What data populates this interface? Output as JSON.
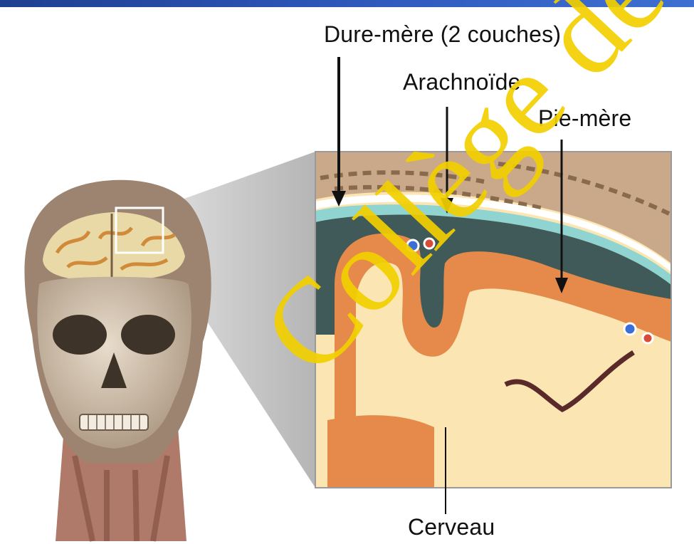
{
  "labels": {
    "dura_mater": "Dure-mère (2 couches)",
    "arachnoid": "Arachnoïde",
    "pia_mater": "Pie-mère",
    "brain": "Cerveau"
  },
  "watermark": {
    "text": "Collège de Gynécologie",
    "color": "#f2d000"
  },
  "colors": {
    "cortex": "#e58a4a",
    "white_matter": "#fbe6b3",
    "bone": "#c9a98a",
    "membrane": "#8fd4d0",
    "arrow": "#111111"
  }
}
